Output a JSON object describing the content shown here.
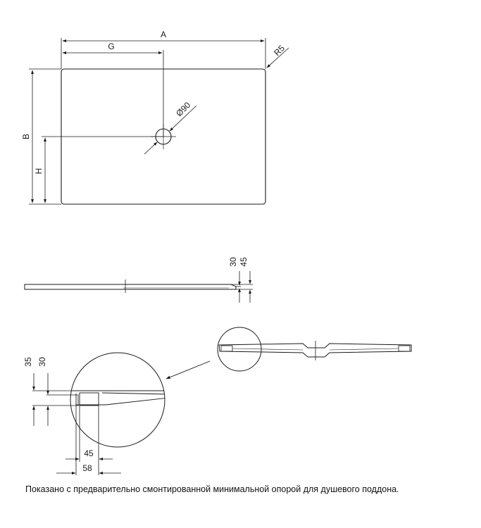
{
  "top_view": {
    "dim_a": "A",
    "dim_g": "G",
    "dim_r5": "R5",
    "dim_b": "B",
    "dim_h": "H",
    "dim_drain": "Ø90"
  },
  "side_view": {
    "dim_30": "30",
    "dim_45": "45"
  },
  "detail_view": {
    "dim_35": "35",
    "dim_30": "30",
    "dim_45": "45",
    "dim_58": "58"
  },
  "caption": "Показано с предварительно смонтированной минимальной опорой для душевого поддона."
}
